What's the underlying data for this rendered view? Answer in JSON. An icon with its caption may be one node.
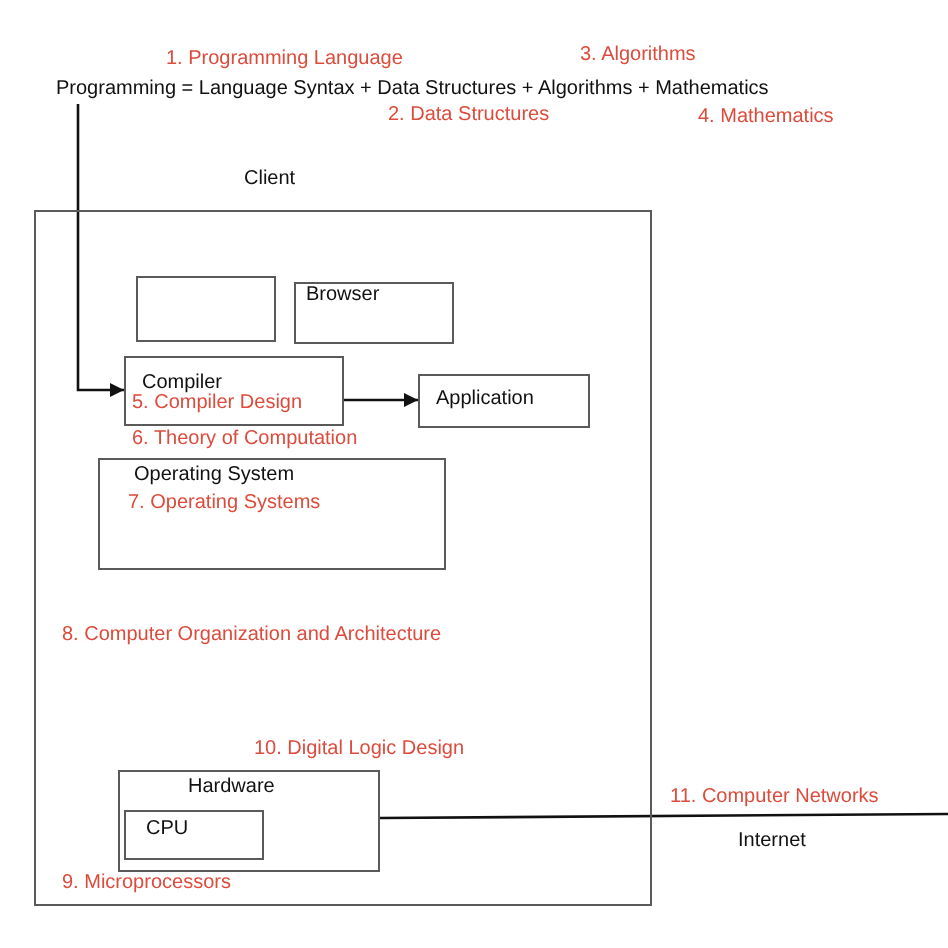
{
  "diagram": {
    "nodes": [
      {
        "text": [
          "Programming = Language Syntax + Data Structures + Algorithms + Mathematics"
        ]
      },
      {
        "text": [
          "Client"
        ]
      },
      {
        "text": [],
        "shape": "box",
        "in": 1
      },
      {
        "text": [
          "Browser"
        ],
        "in": 1
      },
      {
        "text": [
          "Compiler",
          "5. Compiler Design"
        ],
        "in": 1
      },
      {
        "text": [
          "Application"
        ],
        "in": 1
      },
      {
        "text": [
          "Operating System",
          "7. Operating Systems"
        ],
        "in": 1
      },
      {
        "text": [
          "Hardware"
        ],
        "in": 1
      },
      {
        "text": [
          "CPU"
        ],
        "in": 7
      }
    ],
    "edges": [
      {
        "from": 0,
        "to": 4,
        "arrow": "to"
      },
      {
        "from": 4,
        "to": 5,
        "arrow": "to"
      },
      {
        "from": 7,
        "to": null,
        "arrow": "none"
      }
    ],
    "labels": [
      "1. Programming Language",
      "3. Algorithms",
      "2. Data Structures",
      "4. Mathematics",
      "6. Theory of Computation",
      "8. Computer Organization and Architecture",
      "10. Digital Logic Design",
      "11. Computer Networks",
      "Internet",
      "9. Microprocessors"
    ]
  }
}
